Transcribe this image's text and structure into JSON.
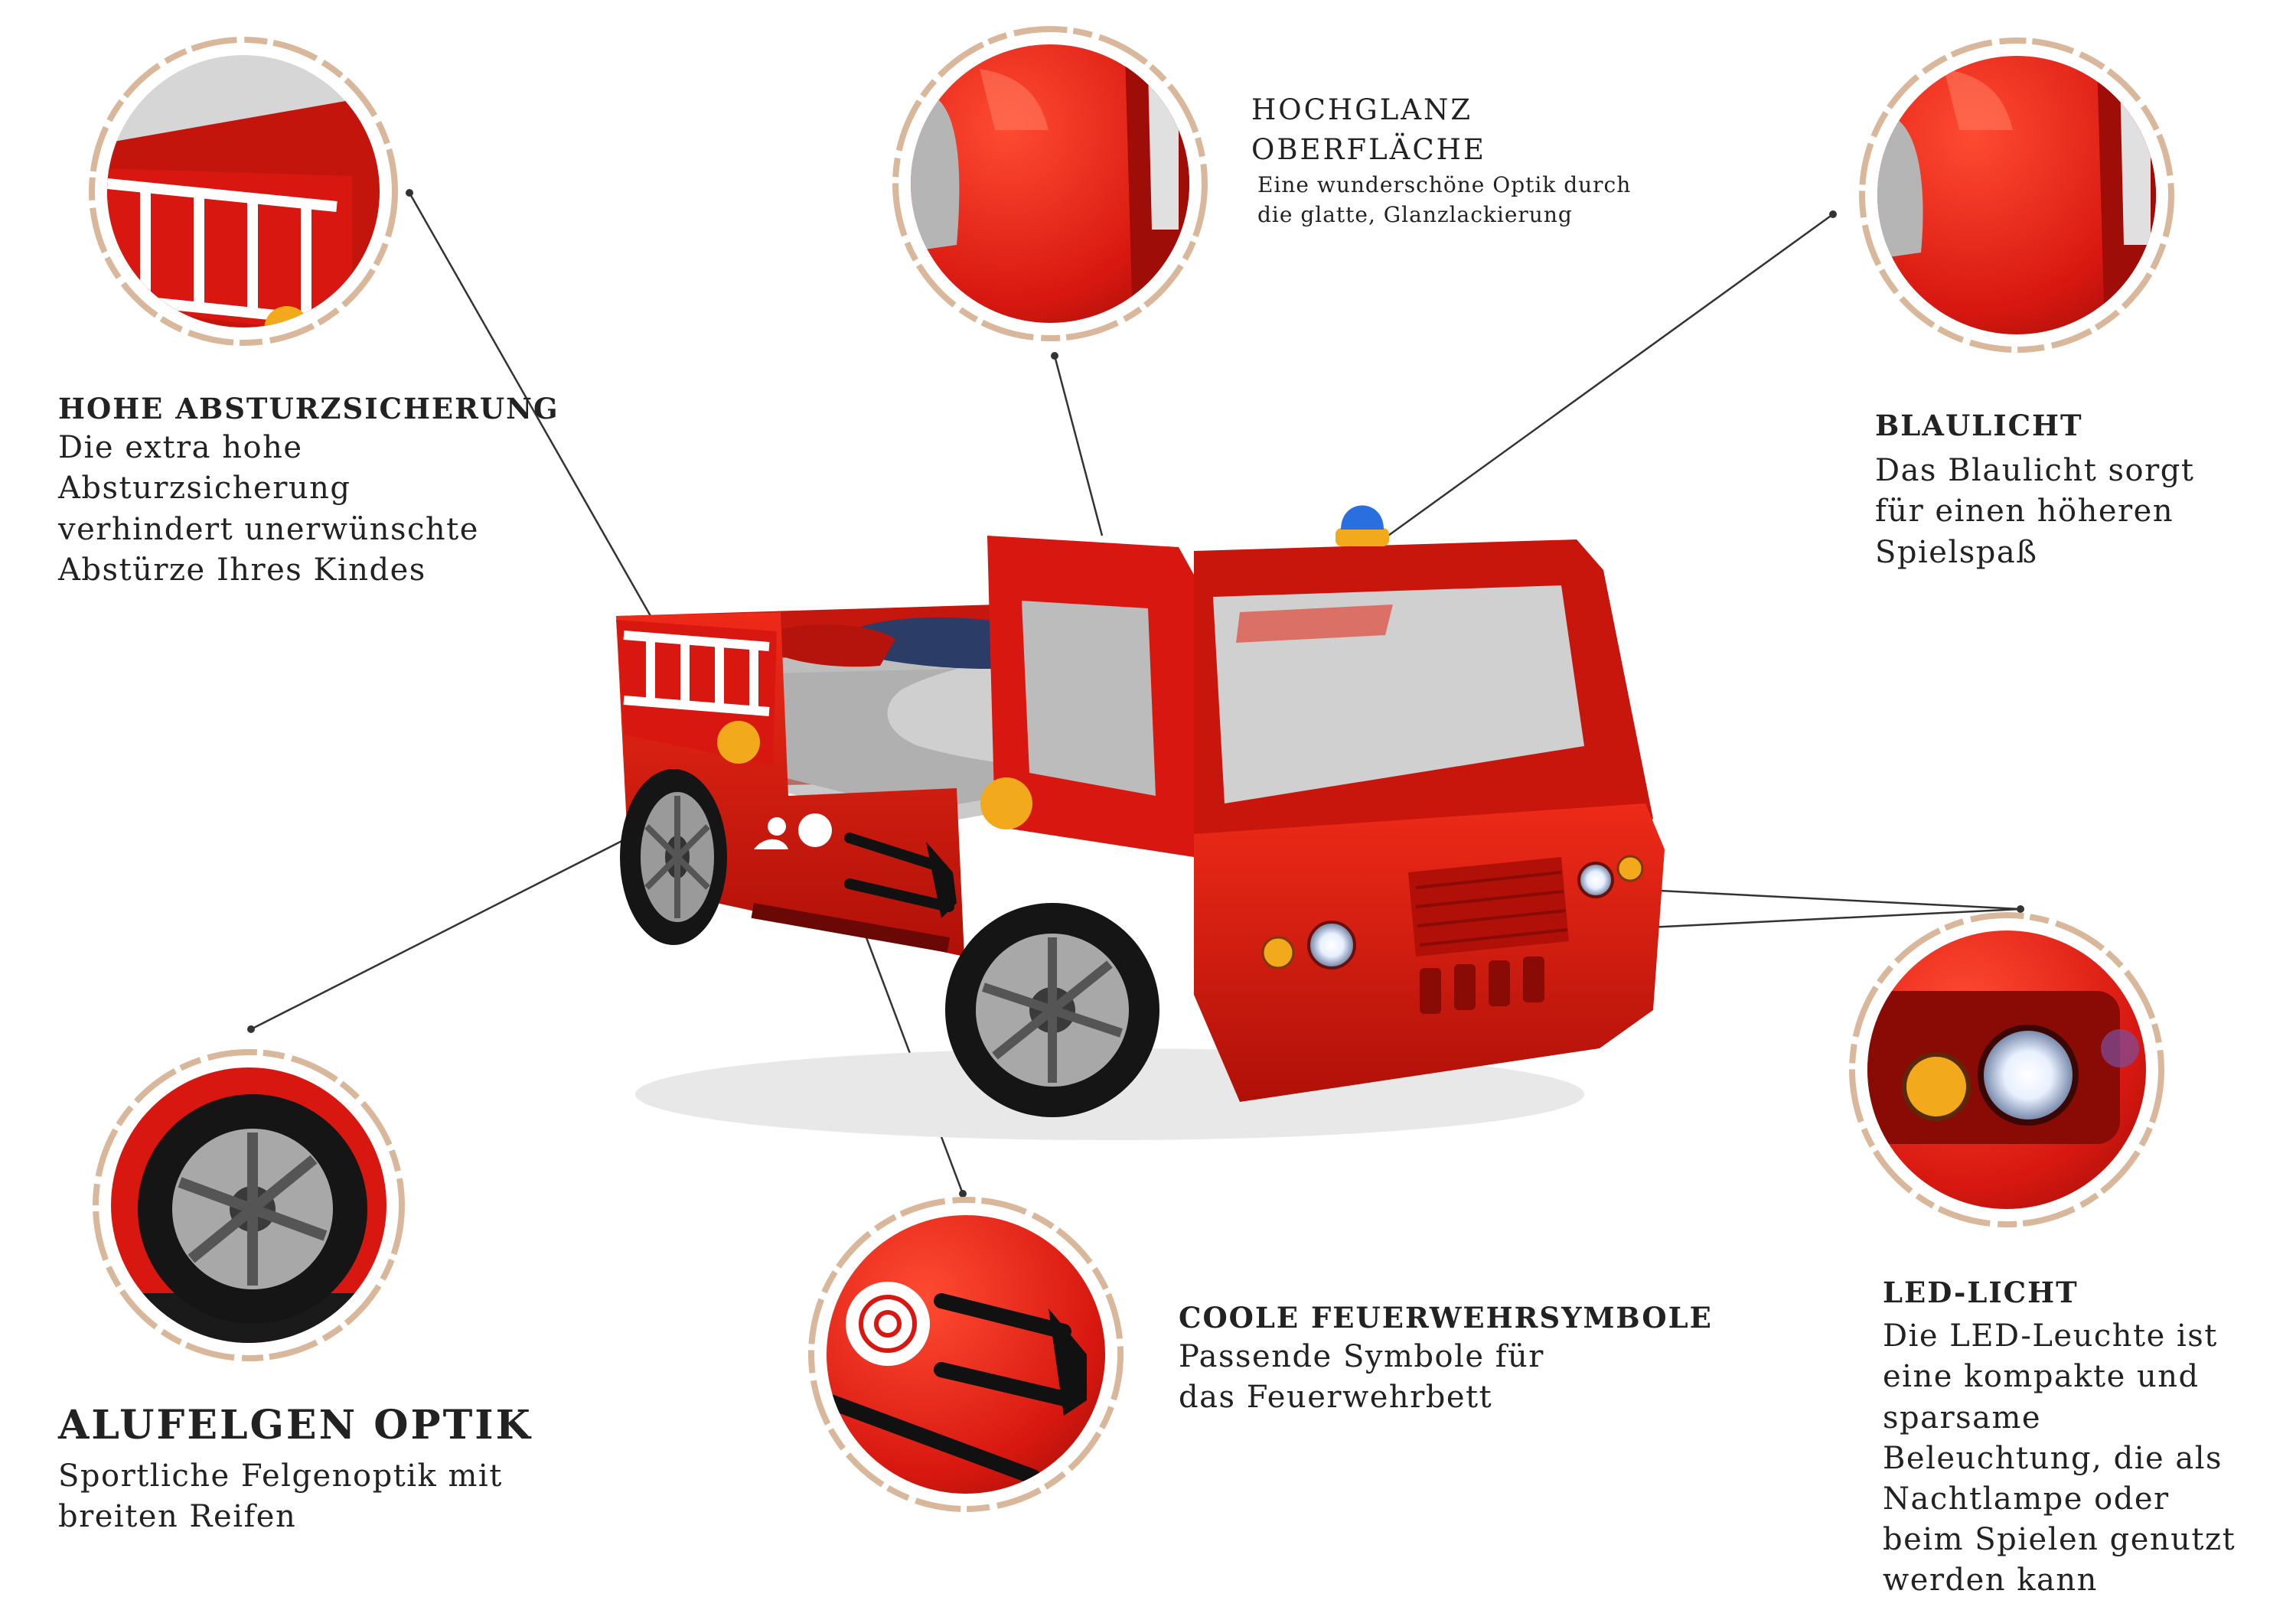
{
  "features": {
    "absturz": {
      "title": "HOHE ABSTURZSICHERUNG",
      "lines": [
        "Die extra hohe",
        "Absturzsicherung",
        "verhindert unerwünschte",
        "Abstürze Ihres Kindes"
      ]
    },
    "hochglanz": {
      "title_lines": [
        "HOCHGLANZ",
        "OBERFLÄCHE"
      ],
      "lines": [
        "Eine wunderschöne Optik durch",
        "die glatte, Glanzlackierung"
      ]
    },
    "blaulicht": {
      "title": "BLAULICHT",
      "lines": [
        "Das Blaulicht sorgt",
        "für einen höheren",
        "Spielspaß"
      ]
    },
    "alufelgen": {
      "title": "ALUFELGEN OPTIK",
      "lines": [
        "Sportliche Felgenoptik mit",
        "breiten Reifen"
      ]
    },
    "symbole": {
      "title": "COOLE FEUERWEHRSYMBOLE",
      "lines": [
        "Passende Symbole für",
        "das Feuerwehrbett"
      ]
    },
    "led": {
      "title": "LED-LICHT",
      "lines": [
        "Die LED-Leuchte ist",
        "eine kompakte und",
        "sparsame",
        "Beleuchtung, die als",
        "Nachtlampe oder",
        "beim Spielen genutzt",
        "werden kann"
      ]
    }
  },
  "colors": {
    "truck_red": "#d81810",
    "truck_dark": "#8a0a06",
    "ring_tan": "#d9b79a",
    "siren_blue": "#2a6fe0",
    "amber": "#f2a91c"
  }
}
